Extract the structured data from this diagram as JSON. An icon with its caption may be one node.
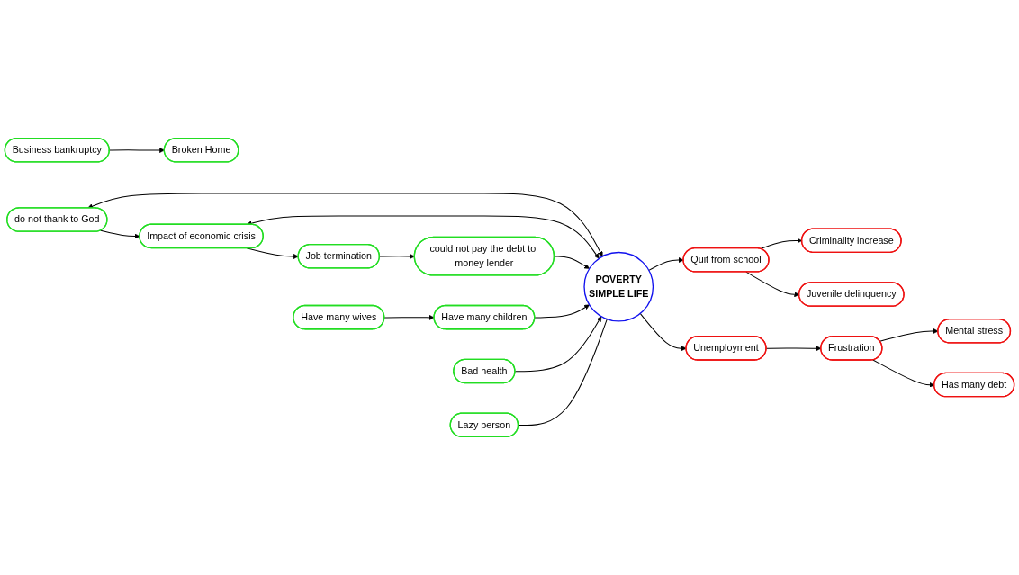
{
  "diagram": {
    "nodes": [
      {
        "text": [
          "Broken Home"
        ]
      },
      {
        "text": [
          "Job termination"
        ]
      },
      {
        "text": [
          "do not thank to God"
        ]
      },
      {
        "text": [
          "Lazy person"
        ]
      },
      {
        "text": [
          "Criminality increase"
        ]
      },
      {
        "text": [
          "Juvenile delinquency"
        ]
      },
      {
        "text": [
          "could not pay the debt to money lender"
        ]
      },
      {
        "text": [
          "Quit from school"
        ]
      },
      {
        "text": [
          "Impact of economic crisis"
        ]
      },
      {
        "text": [
          "POVERTY",
          "SIMPLE LIFE"
        ]
      },
      {
        "text": [
          "Mental stress"
        ]
      },
      {
        "text": [
          "Unemployment"
        ]
      },
      {
        "text": [
          "Business bankruptcy"
        ]
      },
      {
        "text": [
          "Frustration"
        ]
      },
      {
        "text": [
          "Have many children"
        ]
      },
      {
        "text": [
          "Have many wives"
        ]
      },
      {
        "text": [
          "Bad health"
        ]
      },
      {
        "text": [
          "Has many debt"
        ]
      }
    ],
    "edges": [
      {
        "from": 12,
        "to": 0,
        "arrow": "to"
      },
      {
        "from": 1,
        "to": 6,
        "arrow": "to"
      },
      {
        "from": 8,
        "to": 1,
        "arrow": "to"
      },
      {
        "from": 2,
        "to": 8,
        "arrow": "to"
      },
      {
        "from": 2,
        "to": 9,
        "arrow": "both"
      },
      {
        "from": 8,
        "to": 9,
        "arrow": "both"
      },
      {
        "from": 6,
        "to": 9,
        "arrow": "to"
      },
      {
        "from": 15,
        "to": 14,
        "arrow": "to"
      },
      {
        "from": 14,
        "to": 9,
        "arrow": "to"
      },
      {
        "from": 16,
        "to": 9,
        "arrow": "to"
      },
      {
        "from": 3,
        "to": 9,
        "arrow": "none"
      },
      {
        "from": 9,
        "to": 7,
        "arrow": "to"
      },
      {
        "from": 7,
        "to": 4,
        "arrow": "to"
      },
      {
        "from": 7,
        "to": 5,
        "arrow": "to"
      },
      {
        "from": 9,
        "to": 11,
        "arrow": "to"
      },
      {
        "from": 11,
        "to": 13,
        "arrow": "to"
      },
      {
        "from": 13,
        "to": 10,
        "arrow": "to"
      },
      {
        "from": 13,
        "to": 17,
        "arrow": "to"
      }
    ]
  }
}
